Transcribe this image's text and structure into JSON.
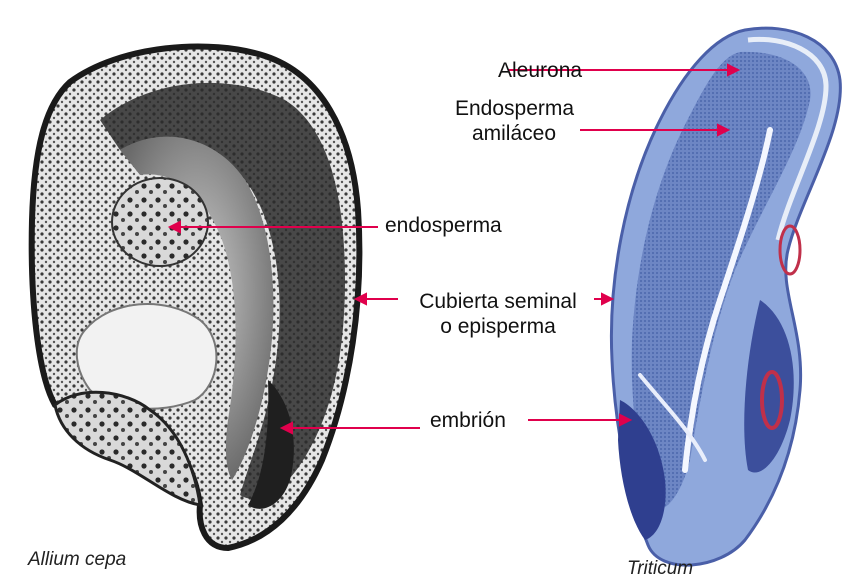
{
  "labels": {
    "aleurona": "Aleurona",
    "endosperma_amilaceo_line1": "Endosperma",
    "endosperma_amilaceo_line2": "amiláceo",
    "endosperma": "endosperma",
    "cubierta_line1": "Cubierta seminal",
    "cubierta_line2": "o episperma",
    "embrion": "embrión"
  },
  "species": {
    "left": "Allium cepa",
    "right": "Triticum"
  },
  "colors": {
    "arrow": "#e0004c",
    "onion_dark": "#1c1c1c",
    "wheat_blue": "#5a73b8",
    "wheat_dark": "#2f3f8f",
    "wheat_red": "#c0304a"
  }
}
